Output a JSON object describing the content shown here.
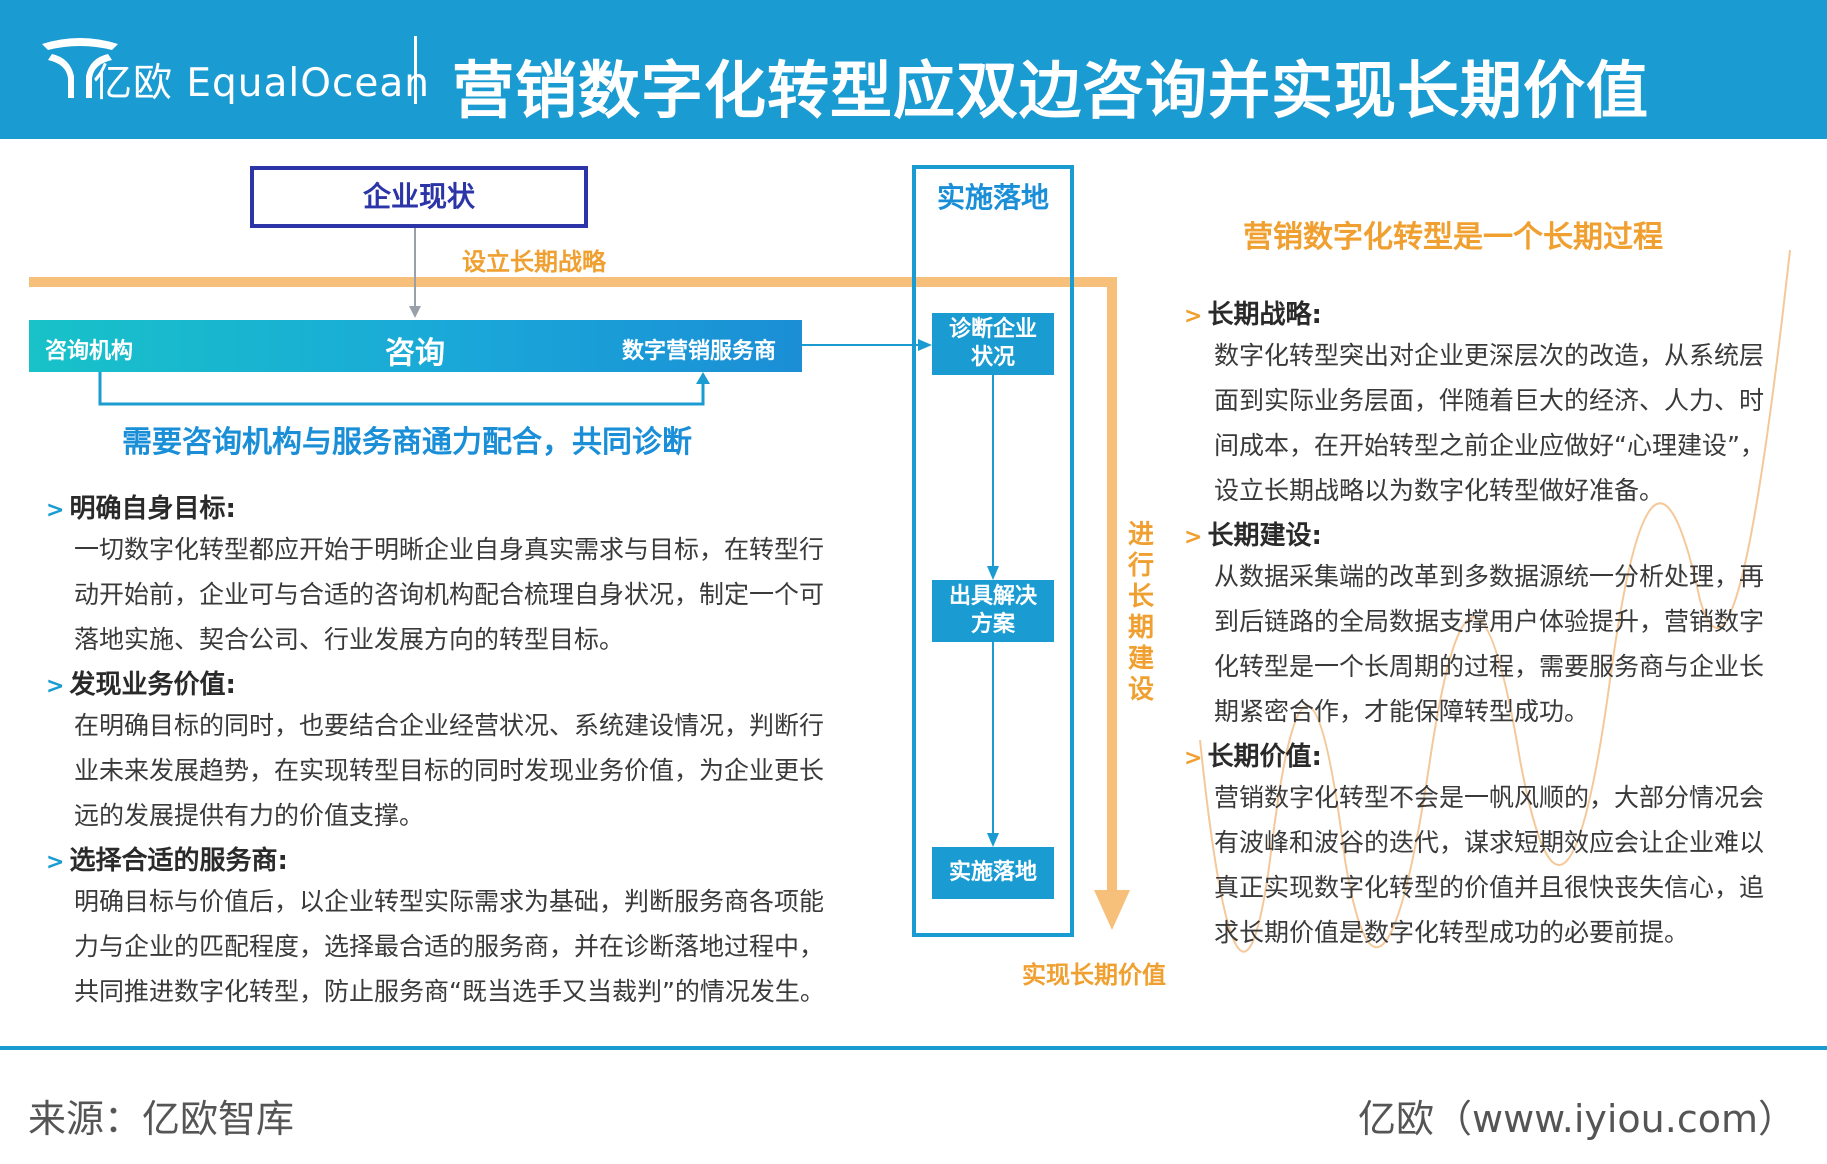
{
  "header": {
    "logo_text": "亿欧 EqualOcean",
    "title": "营销数字化转型应双边咨询并实现长期价值"
  },
  "diagram": {
    "company_status": "企业现状",
    "set_strategy": "设立长期战略",
    "consult_bar": {
      "left": "咨询机构",
      "center": "咨询",
      "right": "数字营销服务商"
    },
    "cooperate_note": "需要咨询机构与服务商通力配合，共同诊断",
    "implement_frame_title": "实施落地",
    "steps": [
      "诊断企业\n状况",
      "出具解决\n方案",
      "实施落地"
    ],
    "long_build_vertical": "进行长期建设",
    "realize_value": "实现长期价值",
    "right_heading": "营销数字化转型是一个长期过程"
  },
  "left_sections": [
    {
      "title": "明确自身目标:",
      "lines": [
        "一切数字化转型都应开始于明晰企业自身真实需求与目标，在转型行",
        "动开始前，企业可与合适的咨询机构配合梳理自身状况，制定一个可",
        "落地实施、契合公司、行业发展方向的转型目标。"
      ]
    },
    {
      "title": "发现业务价值:",
      "lines": [
        "在明确目标的同时，也要结合企业经营状况、系统建设情况，判断行",
        "业未来发展趋势，在实现转型目标的同时发现业务价值，为企业更长",
        "远的发展提供有力的价值支撑。"
      ]
    },
    {
      "title": "选择合适的服务商:",
      "lines": [
        "明确目标与价值后，以企业转型实际需求为基础，判断服务商各项能",
        "力与企业的匹配程度，选择最合适的服务商，并在诊断落地过程中，",
        "共同推进数字化转型，防止服务商“既当选手又当裁判”的情况发生。"
      ]
    }
  ],
  "right_sections": [
    {
      "title": "长期战略:",
      "lines": [
        "数字化转型突出对企业更深层次的改造，从系统层",
        "面到实际业务层面，伴随着巨大的经济、人力、时",
        "间成本，在开始转型之前企业应做好“心理建设”，",
        "设立长期战略以为数字化转型做好准备。"
      ]
    },
    {
      "title": "长期建设:",
      "lines": [
        "从数据采集端的改革到多数据源统一分析处理，再",
        "到后链路的全局数据支撑用户体验提升，营销数字",
        "化转型是一个长周期的过程，需要服务商与企业长",
        "期紧密合作，才能保障转型成功。"
      ]
    },
    {
      "title": "长期价值:",
      "lines": [
        "营销数字化转型不会是一帆风顺的，大部分情况会",
        "有波峰和波谷的迭代，谋求短期效应会让企业难以",
        "真正实现数字化转型的价值并且很快丧失信心，追",
        "求长期价值是数字化转型成功的必要前提。"
      ]
    }
  ],
  "footer": {
    "source": "来源：亿欧智库",
    "site": "亿欧（www.iyiou.com）"
  },
  "colors": {
    "header_bg": "#1a9bd2",
    "accent_orange": "#f0a030",
    "accent_blue": "#1a8fd8",
    "navy": "#2b35a8"
  }
}
